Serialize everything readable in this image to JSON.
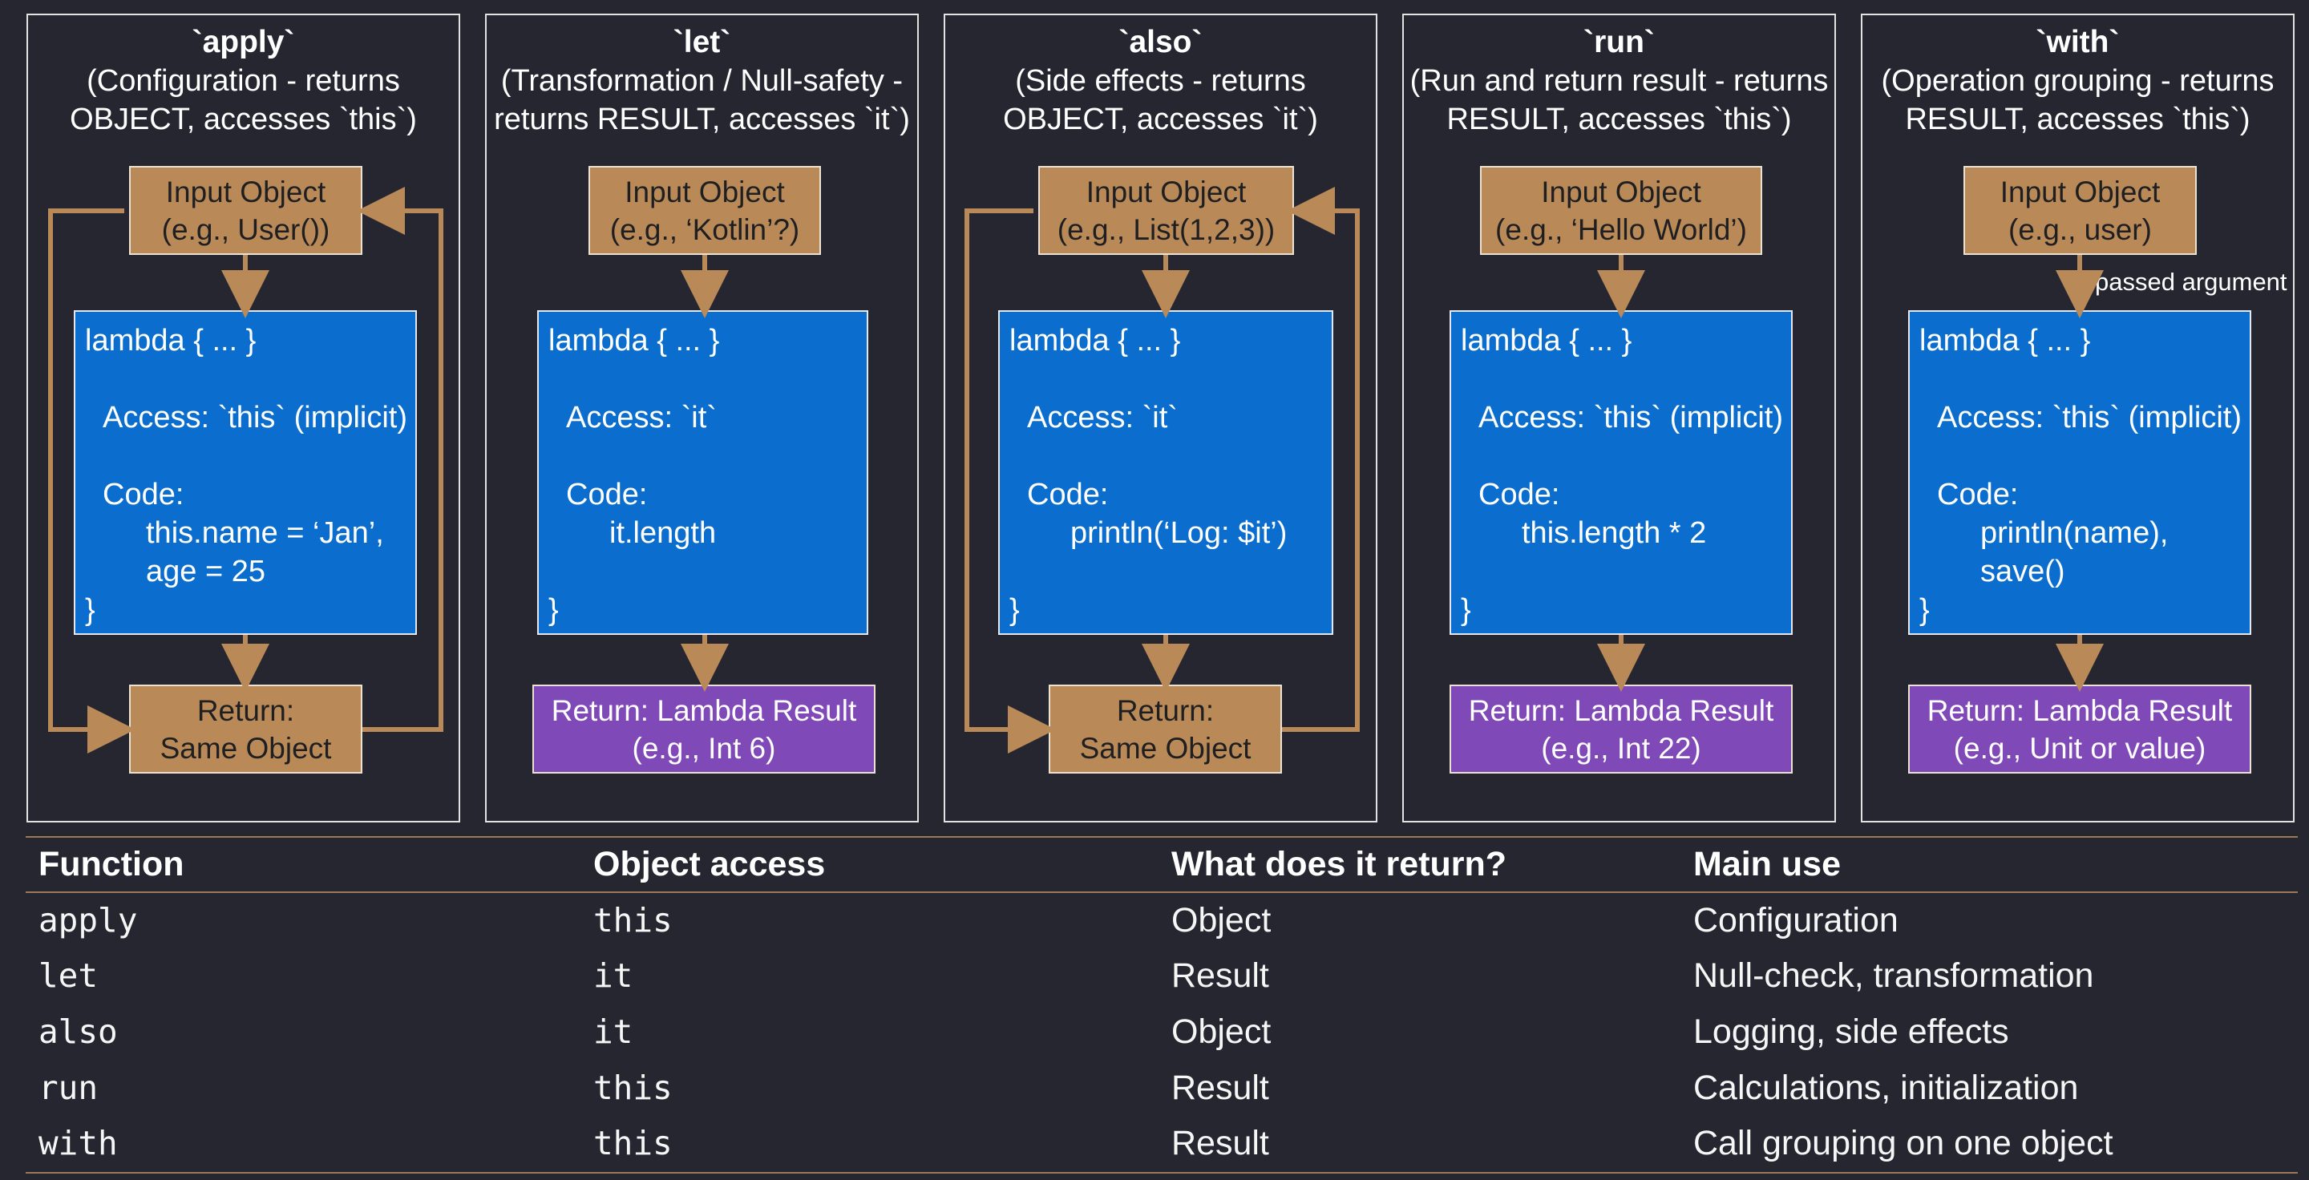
{
  "panels": [
    {
      "title": "`apply`",
      "subtitle": [
        "(Configuration - returns",
        "OBJECT, accesses `this`)"
      ],
      "input": [
        "Input Object",
        "(e.g., User())"
      ],
      "lambda_lines": [
        "lambda { ... }",
        "Access: `this` (implicit)",
        "Code:",
        "this.name = ‘Jan’,",
        "age = 25",
        "}"
      ],
      "return": [
        "Return:",
        "Same Object"
      ]
    },
    {
      "title": "`let`",
      "subtitle": [
        "(Transformation / Null-safety -",
        "returns RESULT, accesses `it`)"
      ],
      "input": [
        "Input Object",
        "(e.g., ‘Kotlin’?)"
      ],
      "lambda_lines": [
        "lambda { ... }",
        "Access: `it`",
        "Code:",
        "it.length",
        "}"
      ],
      "return": [
        "Return: Lambda Result",
        "(e.g., Int 6)"
      ]
    },
    {
      "title": "`also`",
      "subtitle": [
        "(Side effects - returns",
        "OBJECT, accesses `it`)"
      ],
      "input": [
        "Input Object",
        "(e.g., List(1,2,3))"
      ],
      "lambda_lines": [
        "lambda { ... }",
        "Access: `it`",
        "Code:",
        "println(‘Log: $it’)",
        "}"
      ],
      "return": [
        "Return:",
        "Same Object"
      ]
    },
    {
      "title": "`run`",
      "subtitle": [
        "(Run and return result - returns",
        "RESULT, accesses `this`)"
      ],
      "input": [
        "Input Object",
        "(e.g., ‘Hello World’)"
      ],
      "lambda_lines": [
        "lambda { ... }",
        "Access: `this` (implicit)",
        "Code:",
        "this.length * 2",
        "}"
      ],
      "return": [
        "Return: Lambda Result",
        "(e.g., Int 22)"
      ]
    },
    {
      "title": "`with`",
      "subtitle": [
        "(Operation grouping - returns",
        "RESULT, accesses `this`)"
      ],
      "input": [
        "Input Object",
        "(e.g., user)"
      ],
      "arrow_label": "passed argument",
      "lambda_lines": [
        "lambda { ... }",
        "Access: `this` (implicit)",
        "Code:",
        "println(name),",
        "save()",
        "}"
      ],
      "return": [
        "Return: Lambda Result",
        "(e.g., Unit or value)"
      ]
    }
  ],
  "colors": {
    "background": "#252630",
    "object_box": "#b98a57",
    "lambda_box": "#0b6ecf",
    "result_box": "#8049b8",
    "arrow": "#b98a57"
  },
  "table": {
    "headers": [
      "Function",
      "Object access",
      "What does it return?",
      "Main use"
    ],
    "rows": [
      [
        "apply",
        "this",
        "Object",
        "Configuration"
      ],
      [
        "let",
        "it",
        "Result",
        "Null-check, transformation"
      ],
      [
        "also",
        "it",
        "Object",
        "Logging, side effects"
      ],
      [
        "run",
        "this",
        "Result",
        "Calculations, initialization"
      ],
      [
        "with",
        "this",
        "Result",
        "Call grouping on one object"
      ]
    ]
  }
}
